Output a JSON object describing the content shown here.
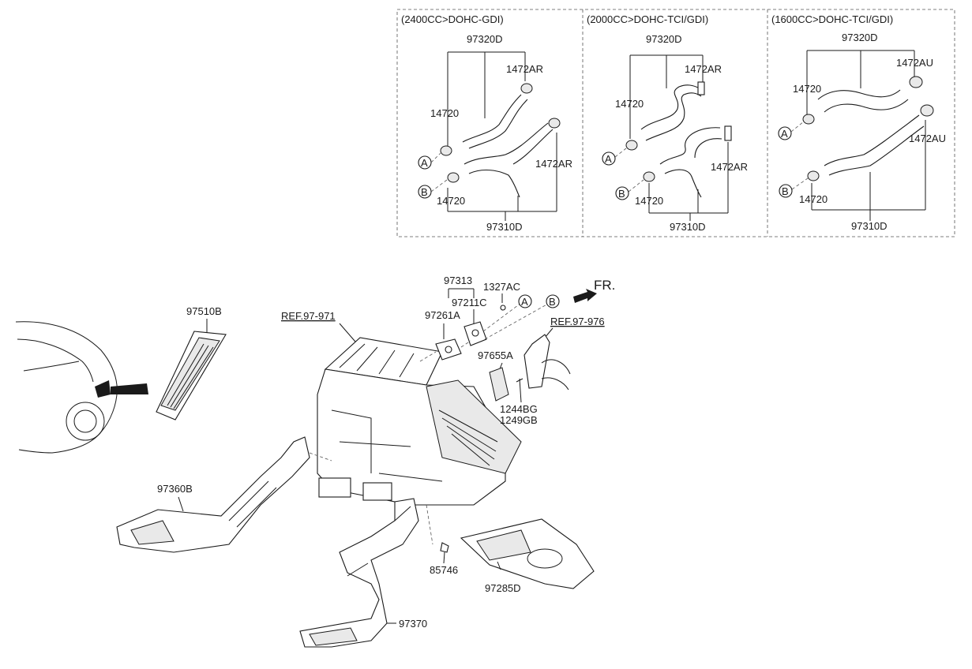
{
  "panels": [
    {
      "header": "(2400CC>DOHC-GDI)",
      "top_part": "97320D",
      "bottom_part": "97310D",
      "clamp_top": "1472AR",
      "clamp_right": "1472AR",
      "hose_upper": "14720",
      "hose_lower": "14720",
      "circle_a": "A",
      "circle_b": "B"
    },
    {
      "header": "(2000CC>DOHC-TCI/GDI)",
      "top_part": "97320D",
      "bottom_part": "97310D",
      "clamp_top": "1472AR",
      "clamp_right": "1472AR",
      "hose_upper": "14720",
      "hose_lower": "14720",
      "circle_a": "A",
      "circle_b": "B"
    },
    {
      "header": "(1600CC>DOHC-TCI/GDI)",
      "top_part": "97320D",
      "bottom_part": "97310D",
      "clamp_top": "1472AU",
      "clamp_right": "1472AU",
      "hose_upper": "14720",
      "hose_lower": "14720",
      "circle_a": "A",
      "circle_b": "B"
    }
  ],
  "main": {
    "p97313": "97313",
    "p1327AC": "1327AC",
    "p97211C": "97211C",
    "p97261A": "97261A",
    "circle_a": "A",
    "circle_b": "B",
    "fr": "FR.",
    "ref_971": "REF.97-971",
    "ref_976": "REF.97-976",
    "p97655A": "97655A",
    "p1244BG": "1244BG",
    "p1249GB": "1249GB",
    "p97510B": "97510B",
    "p97360B": "97360B",
    "p85746": "85746",
    "p97285D": "97285D",
    "p97370": "97370"
  }
}
